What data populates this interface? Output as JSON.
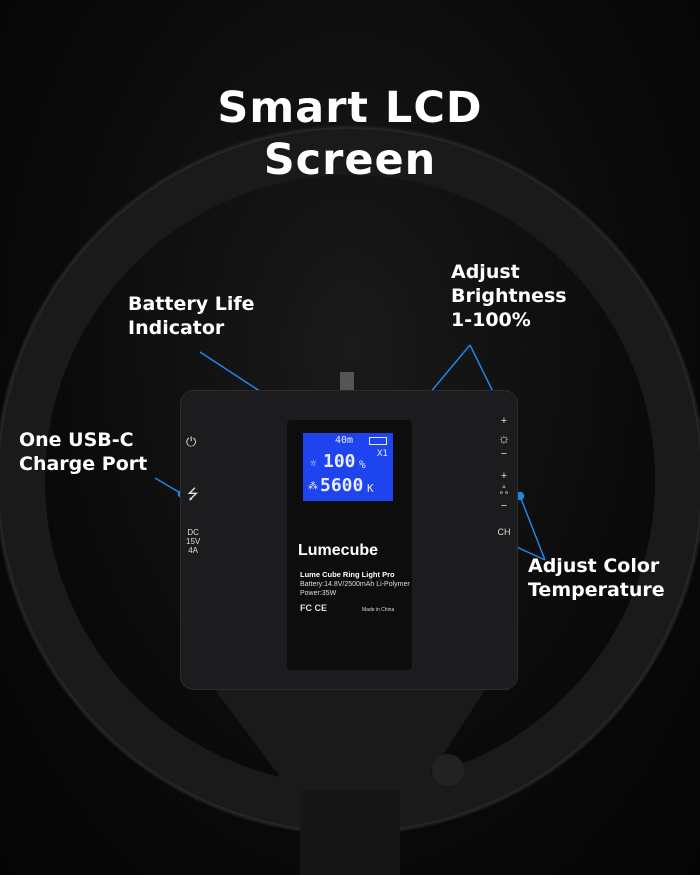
{
  "title": [
    "Smart LCD",
    "Screen"
  ],
  "labels": {
    "battery": [
      "Battery Life",
      "Indicator"
    ],
    "brightness": [
      "Adjust",
      "Brightness",
      "1-100%"
    ],
    "usb": [
      "One USB-C",
      "Charge Port"
    ],
    "color": [
      "Adjust Color",
      "Temperature"
    ]
  },
  "lcd": {
    "time": "40m",
    "mode": "X1",
    "brightness": "100",
    "pct": "%",
    "temp": "5600",
    "unit": "K"
  },
  "device": {
    "brand": "Lumecube",
    "model": "Lume Cube Ring Light Pro",
    "battery": "Battery:14.8V/2500mAh Li-Polymer",
    "power": "Power:35W",
    "certs": "FC CE",
    "origin": "Made in China",
    "dc": [
      "DC",
      "15V",
      "4A"
    ],
    "ch": "CH",
    "plus": "+",
    "minus": "−"
  },
  "colors": {
    "accent": "#1f86e6",
    "lcd": "#1e44f0"
  }
}
